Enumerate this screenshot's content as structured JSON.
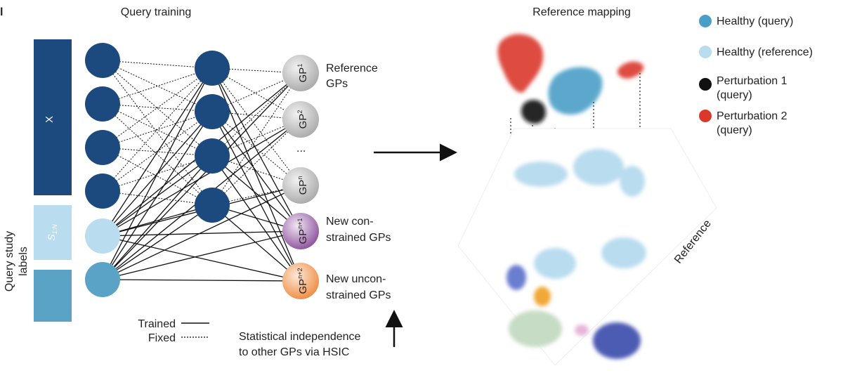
{
  "panel_letter": "l",
  "left": {
    "title": "Query training",
    "x_label": "X",
    "s_label": "S",
    "s_sub": "1:N",
    "side_label_line1": "Query study",
    "side_label_line2": "labels",
    "gp_labels": [
      {
        "main": "GP",
        "sub": "1"
      },
      {
        "main": "GP",
        "sub": "2"
      },
      {
        "main": "GP",
        "sub": "n"
      },
      {
        "main": "GP",
        "sub": "n+1"
      },
      {
        "main": "GP",
        "sub": "n+2"
      }
    ],
    "ellipsis": "...",
    "ref_gps": [
      "Reference",
      "GPs"
    ],
    "new_constrained": [
      "New con-",
      "strained GPs"
    ],
    "new_unconstrained": [
      "New uncon-",
      "strained GPs"
    ],
    "legend_trained": "Trained",
    "legend_fixed": "Fixed",
    "hsic": [
      "Statistical independence",
      "to other GPs via HSIC"
    ]
  },
  "right": {
    "title": "Reference mapping",
    "reference_label": "Reference",
    "legend": [
      {
        "text": [
          "Healthy (query)"
        ],
        "color": "#4a9fc8"
      },
      {
        "text": [
          "Healthy (reference)"
        ],
        "color": "#b9dcef"
      },
      {
        "text": [
          "Perturbation 1",
          "(query)"
        ],
        "color": "#111111"
      },
      {
        "text": [
          "Perturbation 2",
          "(query)"
        ],
        "color": "#d9382b"
      }
    ]
  },
  "colors": {
    "node_dark": "#1c4a7e",
    "node_light": "#b9dcef",
    "node_mid": "#5aa3c7",
    "gp_gray": "#bdbdbd",
    "gp_purple": "#8e5a9c",
    "gp_orange": "#f0904a"
  }
}
